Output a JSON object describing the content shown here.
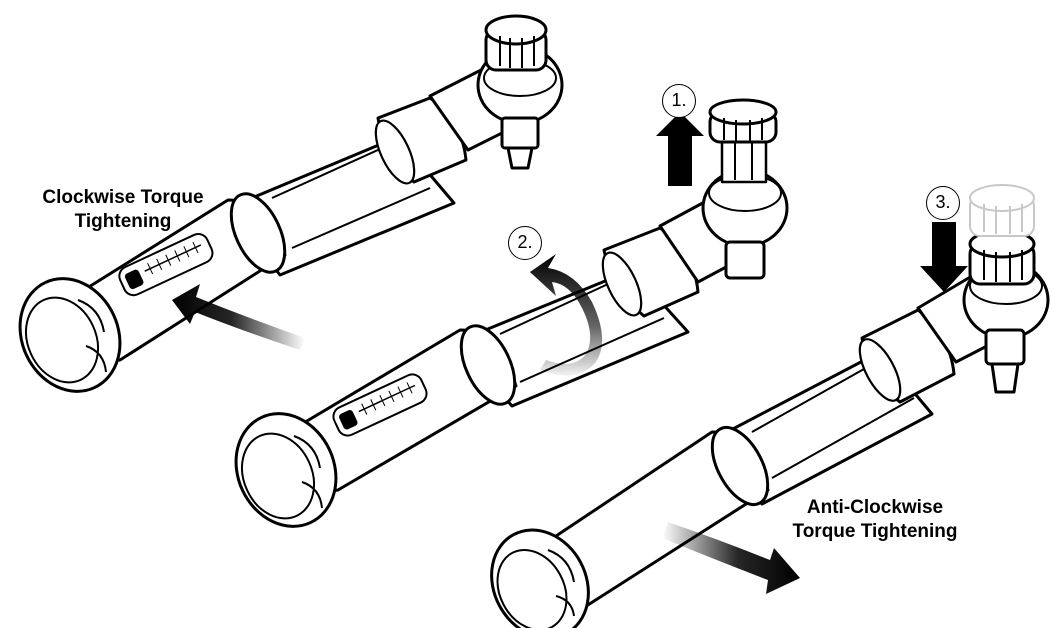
{
  "labels": {
    "clockwise_line1": "Clockwise Torque",
    "clockwise_line2": "Tightening",
    "anticlockwise_line1": "Anti-Clockwise",
    "anticlockwise_line2": "Torque Tightening"
  },
  "steps": [
    "1.",
    "2.",
    "3."
  ],
  "colors": {
    "outline": "#000000",
    "body": "#ffffff",
    "arrow": "#000000"
  }
}
